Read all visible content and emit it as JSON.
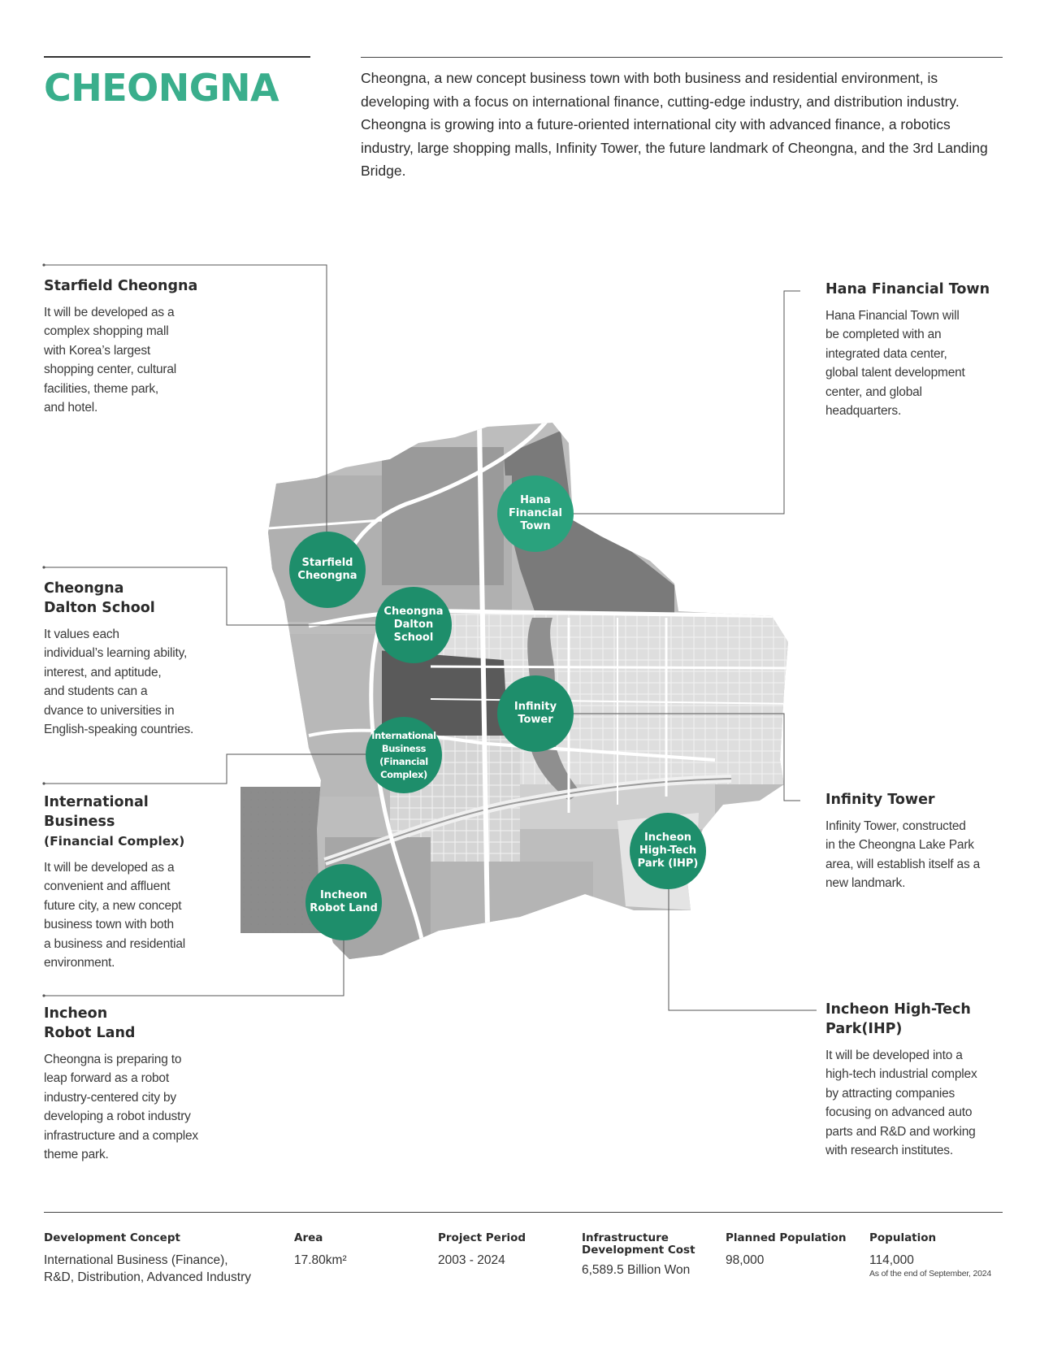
{
  "header": {
    "title": "CHEONGNA",
    "intro": "Cheongna, a new concept business town with both business and residential environment, is developing with a focus on international finance, cutting-edge industry, and distribution industry. Cheongna is growing into a future-oriented international city with advanced finance, a robotics industry, large shopping malls, Infinity Tower, the future landmark of Cheongna, and the 3rd Landing Bridge."
  },
  "sites": [
    {
      "title": "Starfield Cheongna",
      "description": "It will be developed as a\ncomplex shopping mall\nwith Korea’s largest\nshopping center, cultural\nfacilities, theme park,\nand hotel.",
      "marker": "Starfield\nCheongna"
    },
    {
      "title": "Cheongna\nDalton School",
      "description": "It values each\nindividual’s learning ability,\ninterest, and aptitude,\nand students can a\ndvance to universities in\nEnglish-speaking countries.",
      "marker": "Cheongna\nDalton\nSchool"
    },
    {
      "title": "International\nBusiness",
      "subtitle": "(Financial Complex)",
      "description": "It will be developed as a\nconvenient and affluent\nfuture city, a new concept\nbusiness town with both\na business and residential\nenvironment.",
      "marker": "International\nBusiness\n(Financial\nComplex)"
    },
    {
      "title": "Incheon\nRobot Land",
      "description": "Cheongna is preparing to\nleap forward as a robot\nindustry-centered city by\ndeveloping a robot industry\ninfrastructure and a complex\ntheme park.",
      "marker": "Incheon\nRobot Land"
    },
    {
      "title": "Hana Financial Town",
      "description": "Hana Financial Town will\nbe completed with an\nintegrated data center,\nglobal talent development\ncenter, and global\nheadquarters.",
      "marker": "Hana\nFinancial\nTown"
    },
    {
      "title": "Infinity Tower",
      "description": "Infinity Tower, constructed\nin the Cheongna Lake Park\narea, will establish itself as a\nnew landmark.",
      "marker": "Infinity\nTower"
    },
    {
      "title": "Incheon High-Tech\nPark(IHP)",
      "description": "It will be developed into a\nhigh-tech industrial complex\nby attracting companies\nfocusing on advanced auto\nparts and R&D and working\nwith research institutes.",
      "marker": "Incheon\nHigh-Tech\nPark (IHP)"
    }
  ],
  "footer": {
    "development_concept": {
      "label": "Development Concept",
      "value": "International Business (Finance),\nR&D, Distribution, Advanced Industry"
    },
    "area": {
      "label": "Area",
      "value": "17.80km²"
    },
    "project_period": {
      "label": "Project Period",
      "value": "2003 - 2024"
    },
    "infrastructure_cost": {
      "label": "Infrastructure\nDevelopment Cost",
      "value": "6,589.5 Billion Won"
    },
    "planned_population": {
      "label": "Planned Population",
      "value": "98,000"
    },
    "population": {
      "label": "Population",
      "value": "114,000",
      "note": "As of the end of September, 2024"
    }
  },
  "colors": {
    "accent": "#3aae8c",
    "marker": "#1e8e6b",
    "marker_light": "#2aa27d"
  }
}
